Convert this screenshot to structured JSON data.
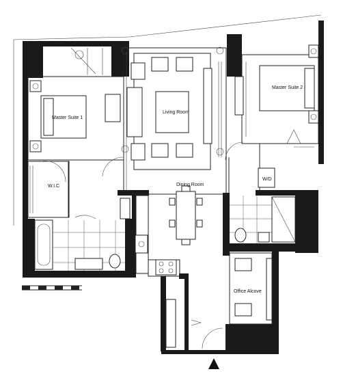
{
  "rooms": {
    "master_suite_1": "Master Suite 1",
    "living_room": "Living Room",
    "master_suite_2": "Master Suite 2",
    "wic": "W.I.C",
    "dining_room": "Dining Room",
    "wd": "W/D",
    "office_alcove": "Office Alcove"
  }
}
